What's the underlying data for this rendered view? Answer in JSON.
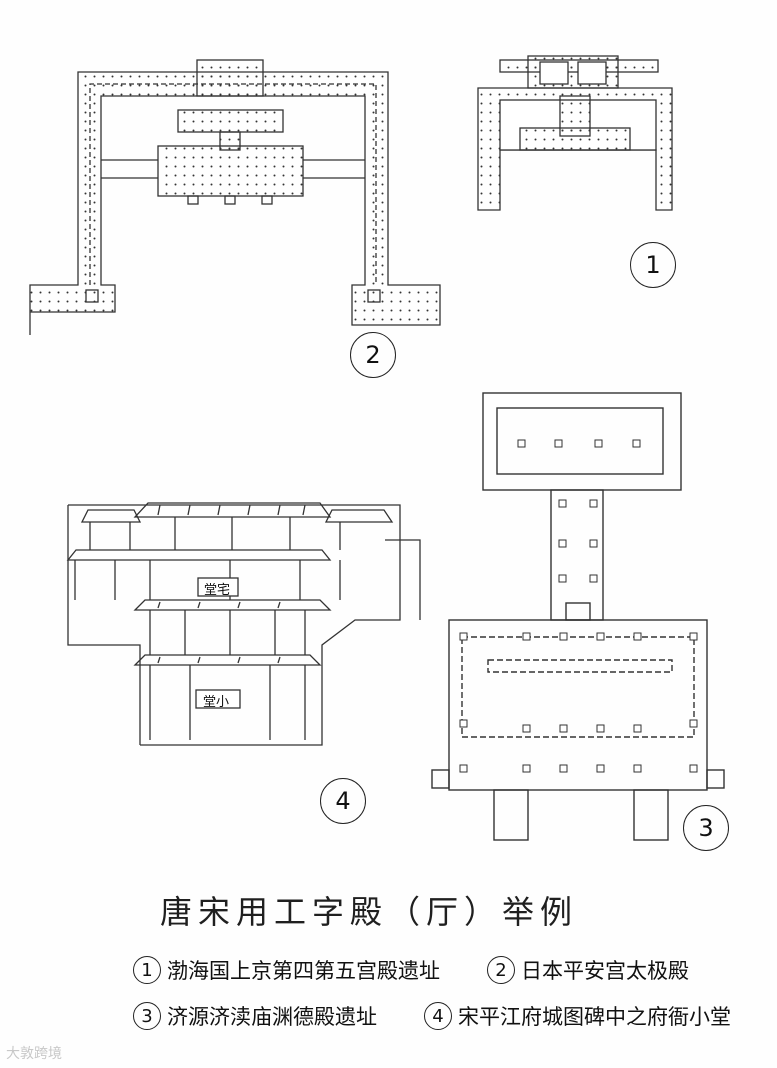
{
  "title": "唐宋用工字殿（厅）举例",
  "figures": [
    {
      "number": "1"
    },
    {
      "number": "2"
    },
    {
      "number": "3"
    },
    {
      "number": "4"
    }
  ],
  "captions": [
    {
      "number": "1",
      "text": "渤海国上京第四第五宫殿遗址"
    },
    {
      "number": "2",
      "text": "日本平安宫太极殿"
    },
    {
      "number": "3",
      "text": "济源济渎庙渊德殿遗址"
    },
    {
      "number": "4",
      "text": "宋平江府城图碑中之府衙小堂"
    }
  ],
  "plaques": {
    "upper": "堂宅",
    "lower": "堂小"
  },
  "watermark": "大敦跨境"
}
